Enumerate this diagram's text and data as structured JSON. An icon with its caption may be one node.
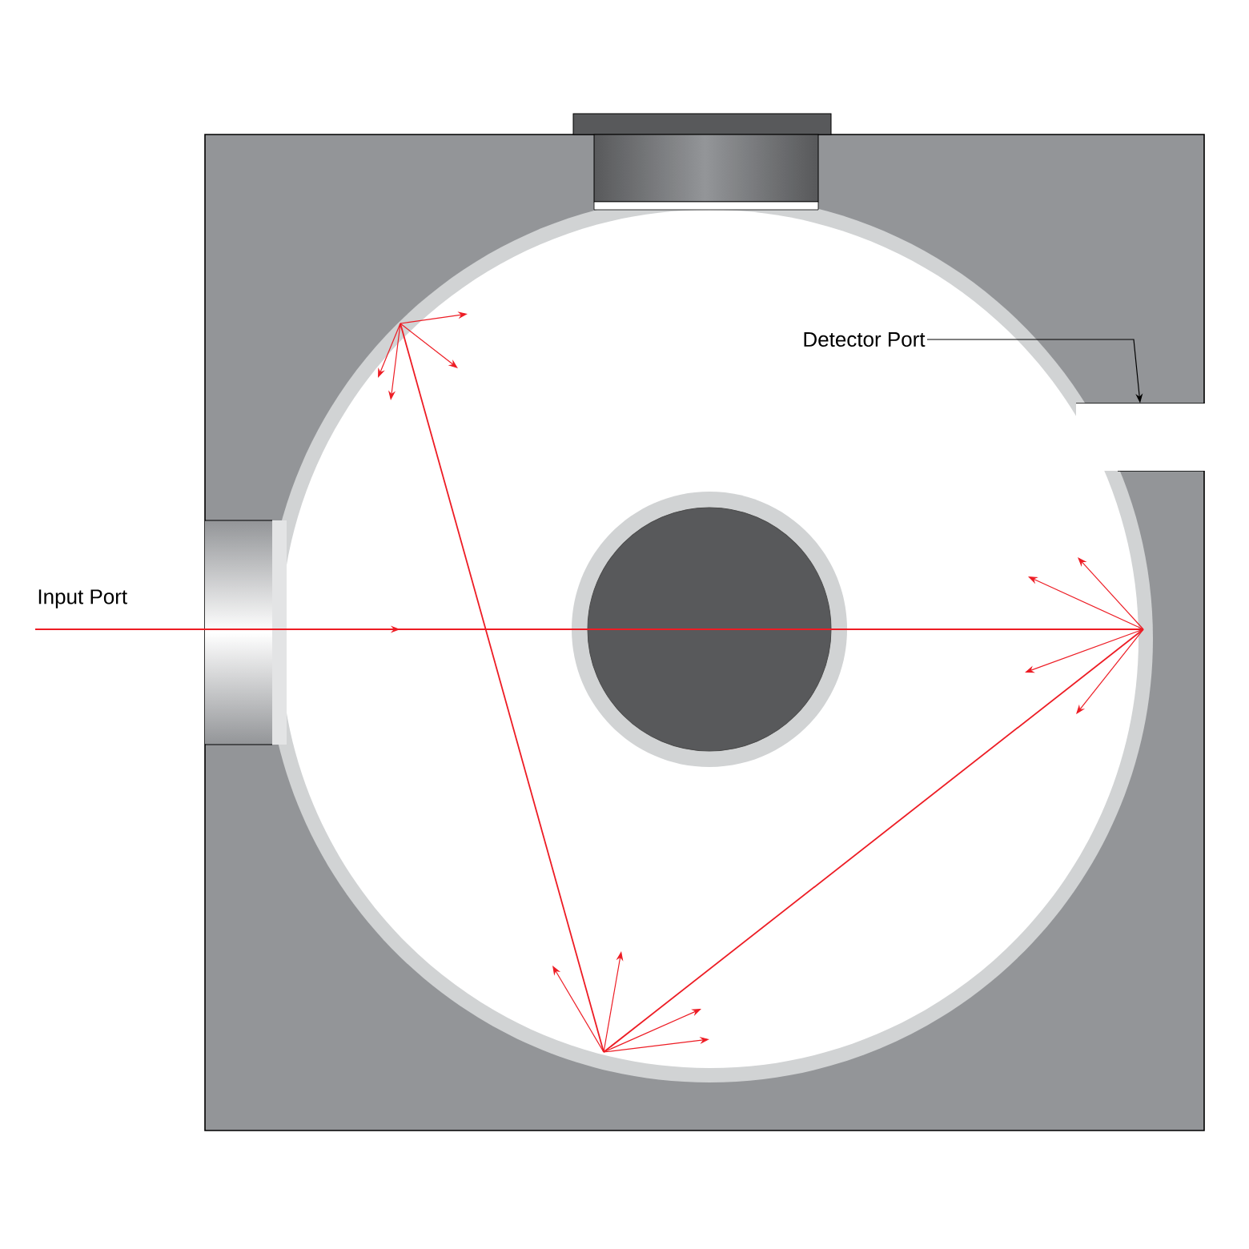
{
  "diagram": {
    "nodes": [
      {
        "text": [
          "Detector Port"
        ]
      },
      {
        "text": [
          "Input Port"
        ]
      },
      {
        "text": [],
        "shape": "box"
      }
    ],
    "edges": [
      {
        "from": 0,
        "to": 2,
        "arrow": "to"
      }
    ]
  }
}
